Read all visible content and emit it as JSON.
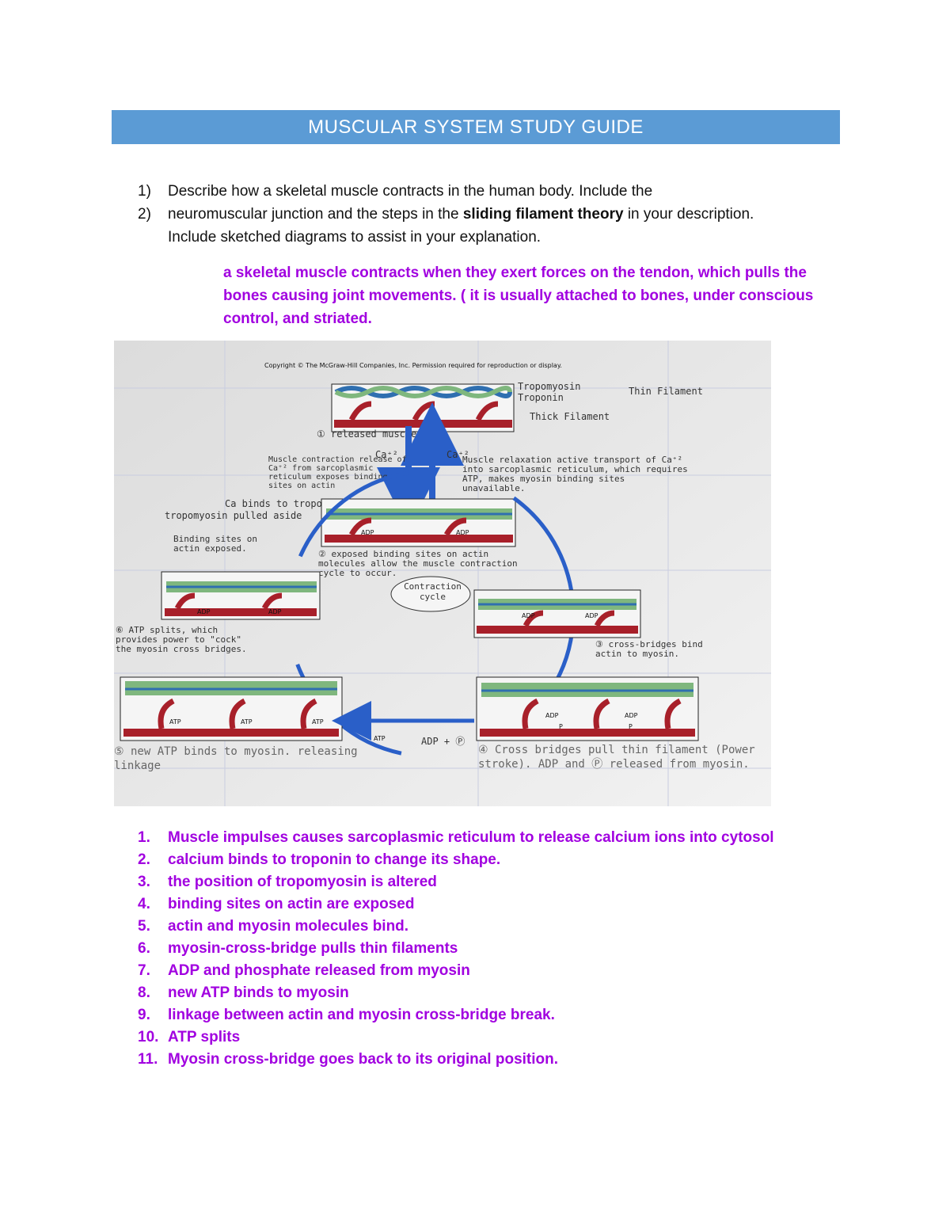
{
  "header": {
    "title": "MUSCULAR SYSTEM STUDY GUIDE"
  },
  "question": {
    "items": [
      {
        "number": "1)",
        "text": "Describe how a skeletal muscle contracts in the human body.  Include the"
      },
      {
        "number": "2)",
        "text_before": "neuromuscular junction and the steps in the ",
        "text_bold": "sliding filament theory",
        "text_after": " in your description."
      },
      {
        "number": "",
        "text": "Include sketched diagrams to assist in your explanation."
      }
    ]
  },
  "answer": {
    "text": "a skeletal muscle contracts when they exert forces on the tendon, which pulls the bones causing joint movements. ( it is usually attached to bones, under conscious control, and striated."
  },
  "diagram": {
    "copyright": "Copyright © The McGraw-Hill Companies, Inc. Permission required for reproduction or display.",
    "tropomyosin": "Tropomyosin",
    "troponin": "Troponin",
    "thin_filament": "Thin Filament",
    "thick_filament": "Thick Filament",
    "step1": "① released muscle",
    "ca_left": "Ca⁺²",
    "ca_right": "Ca⁺²",
    "contraction_note": "Muscle contraction release of Ca⁺² from sarcoplasmic reticulum exposes binding sites on actin",
    "ca_binds": "Ca binds to troponin",
    "tropomyosin_pulled": "tropomyosin pulled aside",
    "relaxation_note": "Muscle relaxation active transport of Ca⁺² into sarcoplasmic reticulum, which requires ATP, makes myosin binding sites unavailable.",
    "binding_exposed": "Binding sites on actin exposed.",
    "step2": "② exposed binding sites on actin molecules allow the muscle contraction cycle to occur.",
    "cycle": "Contraction cycle",
    "step3": "③ cross-bridges bind actin to myosin.",
    "step6": "⑥ ATP splits, which provides power to \"cock\" the myosin cross bridges.",
    "step5": "⑤ new ATP binds to myosin. releasing linkage",
    "step4": "④ Cross bridges pull thin filament (Power stroke). ADP and Ⓟ released from myosin.",
    "adp": "ADP",
    "atp": "ATP",
    "p": "P",
    "adp_plus_p": "ADP + Ⓟ"
  },
  "steps": [
    {
      "n": "1.",
      "text": "Muscle impulses causes sarcoplasmic reticulum to release calcium ions into cytosol"
    },
    {
      "n": "2.",
      "text": "calcium binds to troponin to change its shape."
    },
    {
      "n": "3.",
      "text": "the position of tropomyosin is altered"
    },
    {
      "n": "4.",
      "text": "binding sites on actin are exposed"
    },
    {
      "n": "5.",
      "text": "actin and myosin molecules bind."
    },
    {
      "n": "6.",
      "text": "myosin-cross-bridge pulls thin filaments"
    },
    {
      "n": "7.",
      "text": "ADP and phosphate released from myosin"
    },
    {
      "n": "8.",
      "text": "new ATP binds to myosin"
    },
    {
      "n": "9.",
      "text": "linkage between actin and myosin cross-bridge break."
    },
    {
      "n": "10.",
      "text": "ATP splits"
    },
    {
      "n": "11.",
      "text": "Myosin cross-bridge goes back to its original position."
    }
  ],
  "colors": {
    "banner": "#5b9bd5",
    "answer_text": "#a100e0",
    "arrow": "#2a5fc8",
    "actin": "#7fb77e",
    "myosin": "#a8202a"
  }
}
